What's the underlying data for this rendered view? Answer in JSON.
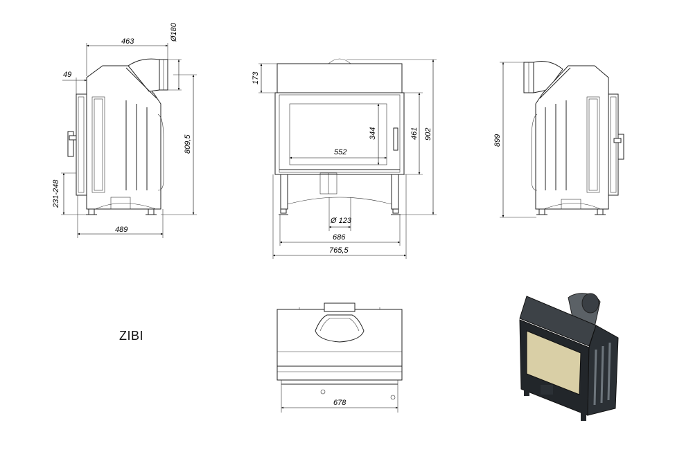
{
  "title": "ZIBI",
  "side_left": {
    "dim_463": "463",
    "dim_flue": "Ø180",
    "dim_49": "49",
    "dim_height": "809,5",
    "dim_feet": "231-248",
    "dim_depth": "489"
  },
  "front": {
    "dim_173": "173",
    "dim_344": "344",
    "dim_552": "552",
    "dim_461": "461",
    "dim_902": "902",
    "dim_air": "Ø 123",
    "dim_686": "686",
    "dim_765": "765,5"
  },
  "side_right": {
    "dim_899": "899"
  },
  "top": {
    "dim_678": "678"
  },
  "colors": {
    "line": "#222222",
    "render_body": "#2b2f33",
    "render_glass": "#d9cfa6"
  }
}
